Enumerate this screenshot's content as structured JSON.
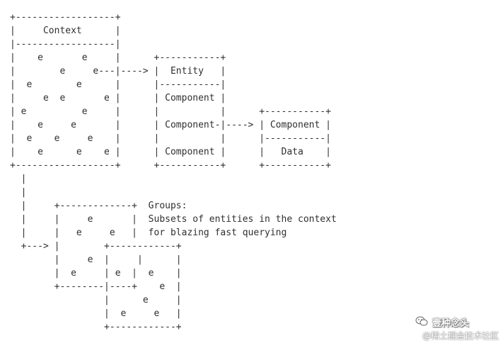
{
  "diagram": {
    "lines": [
      "+------------------+",
      "|     Context      |",
      "|------------------|",
      "|    e       e     |      +-----------+",
      "|        e     e---|----> |  Entity   |",
      "|  e        e      |      |-----------|",
      "|     e  e       e |      | Component |",
      "| e          e     |      |           |      +-----------+",
      "|    e     e       |      | Component-|----> | Component |",
      "|  e    e     e    |      |           |      |-----------|",
      "|    e      e    e |      | Component |      |   Data    |",
      "+------------------+      +-----------+      +-----------+",
      "  |",
      "  |",
      "  |     +-------------+  Groups:",
      "  |     |     e       |  Subsets of entities in the context",
      "  |     |   e     e   |  for blazing fast querying",
      "  +---> |        +------------+",
      "        |     e  |     |      |",
      "        |  e     | e  |  e    |",
      "        +--------|----+    e  |",
      "                 |      e     |",
      "                 |  e     e   |",
      "                 +------------+"
    ]
  },
  "watermark": {
    "icon": "wechat-icon",
    "name": "壹种念头",
    "source": "@稀土掘金技术社区"
  }
}
